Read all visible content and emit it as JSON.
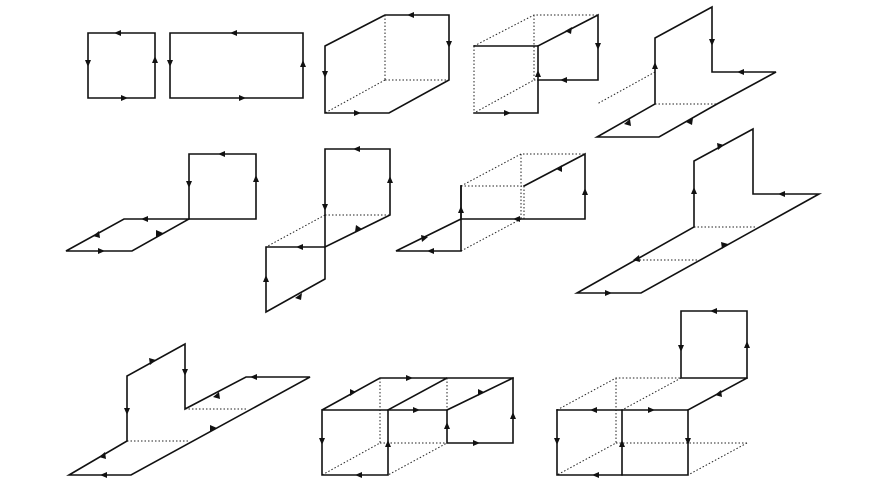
{
  "diagram": {
    "line_color": "#111111",
    "background": "#ffffff",
    "figures": [
      {
        "name": "square-loop"
      },
      {
        "name": "rectangle-loop"
      },
      {
        "name": "prism-loop-front-edges"
      },
      {
        "name": "prism-loop-back-edges"
      },
      {
        "name": "wall-and-floor-loop"
      },
      {
        "name": "raised-square-and-floor-loop"
      },
      {
        "name": "folded-strip-loop"
      },
      {
        "name": "box-step-loop"
      },
      {
        "name": "tall-wall-long-floor-loop"
      },
      {
        "name": "wall-long-floor-loop"
      },
      {
        "name": "double-box-loop"
      },
      {
        "name": "box-with-tower-loop"
      }
    ]
  }
}
